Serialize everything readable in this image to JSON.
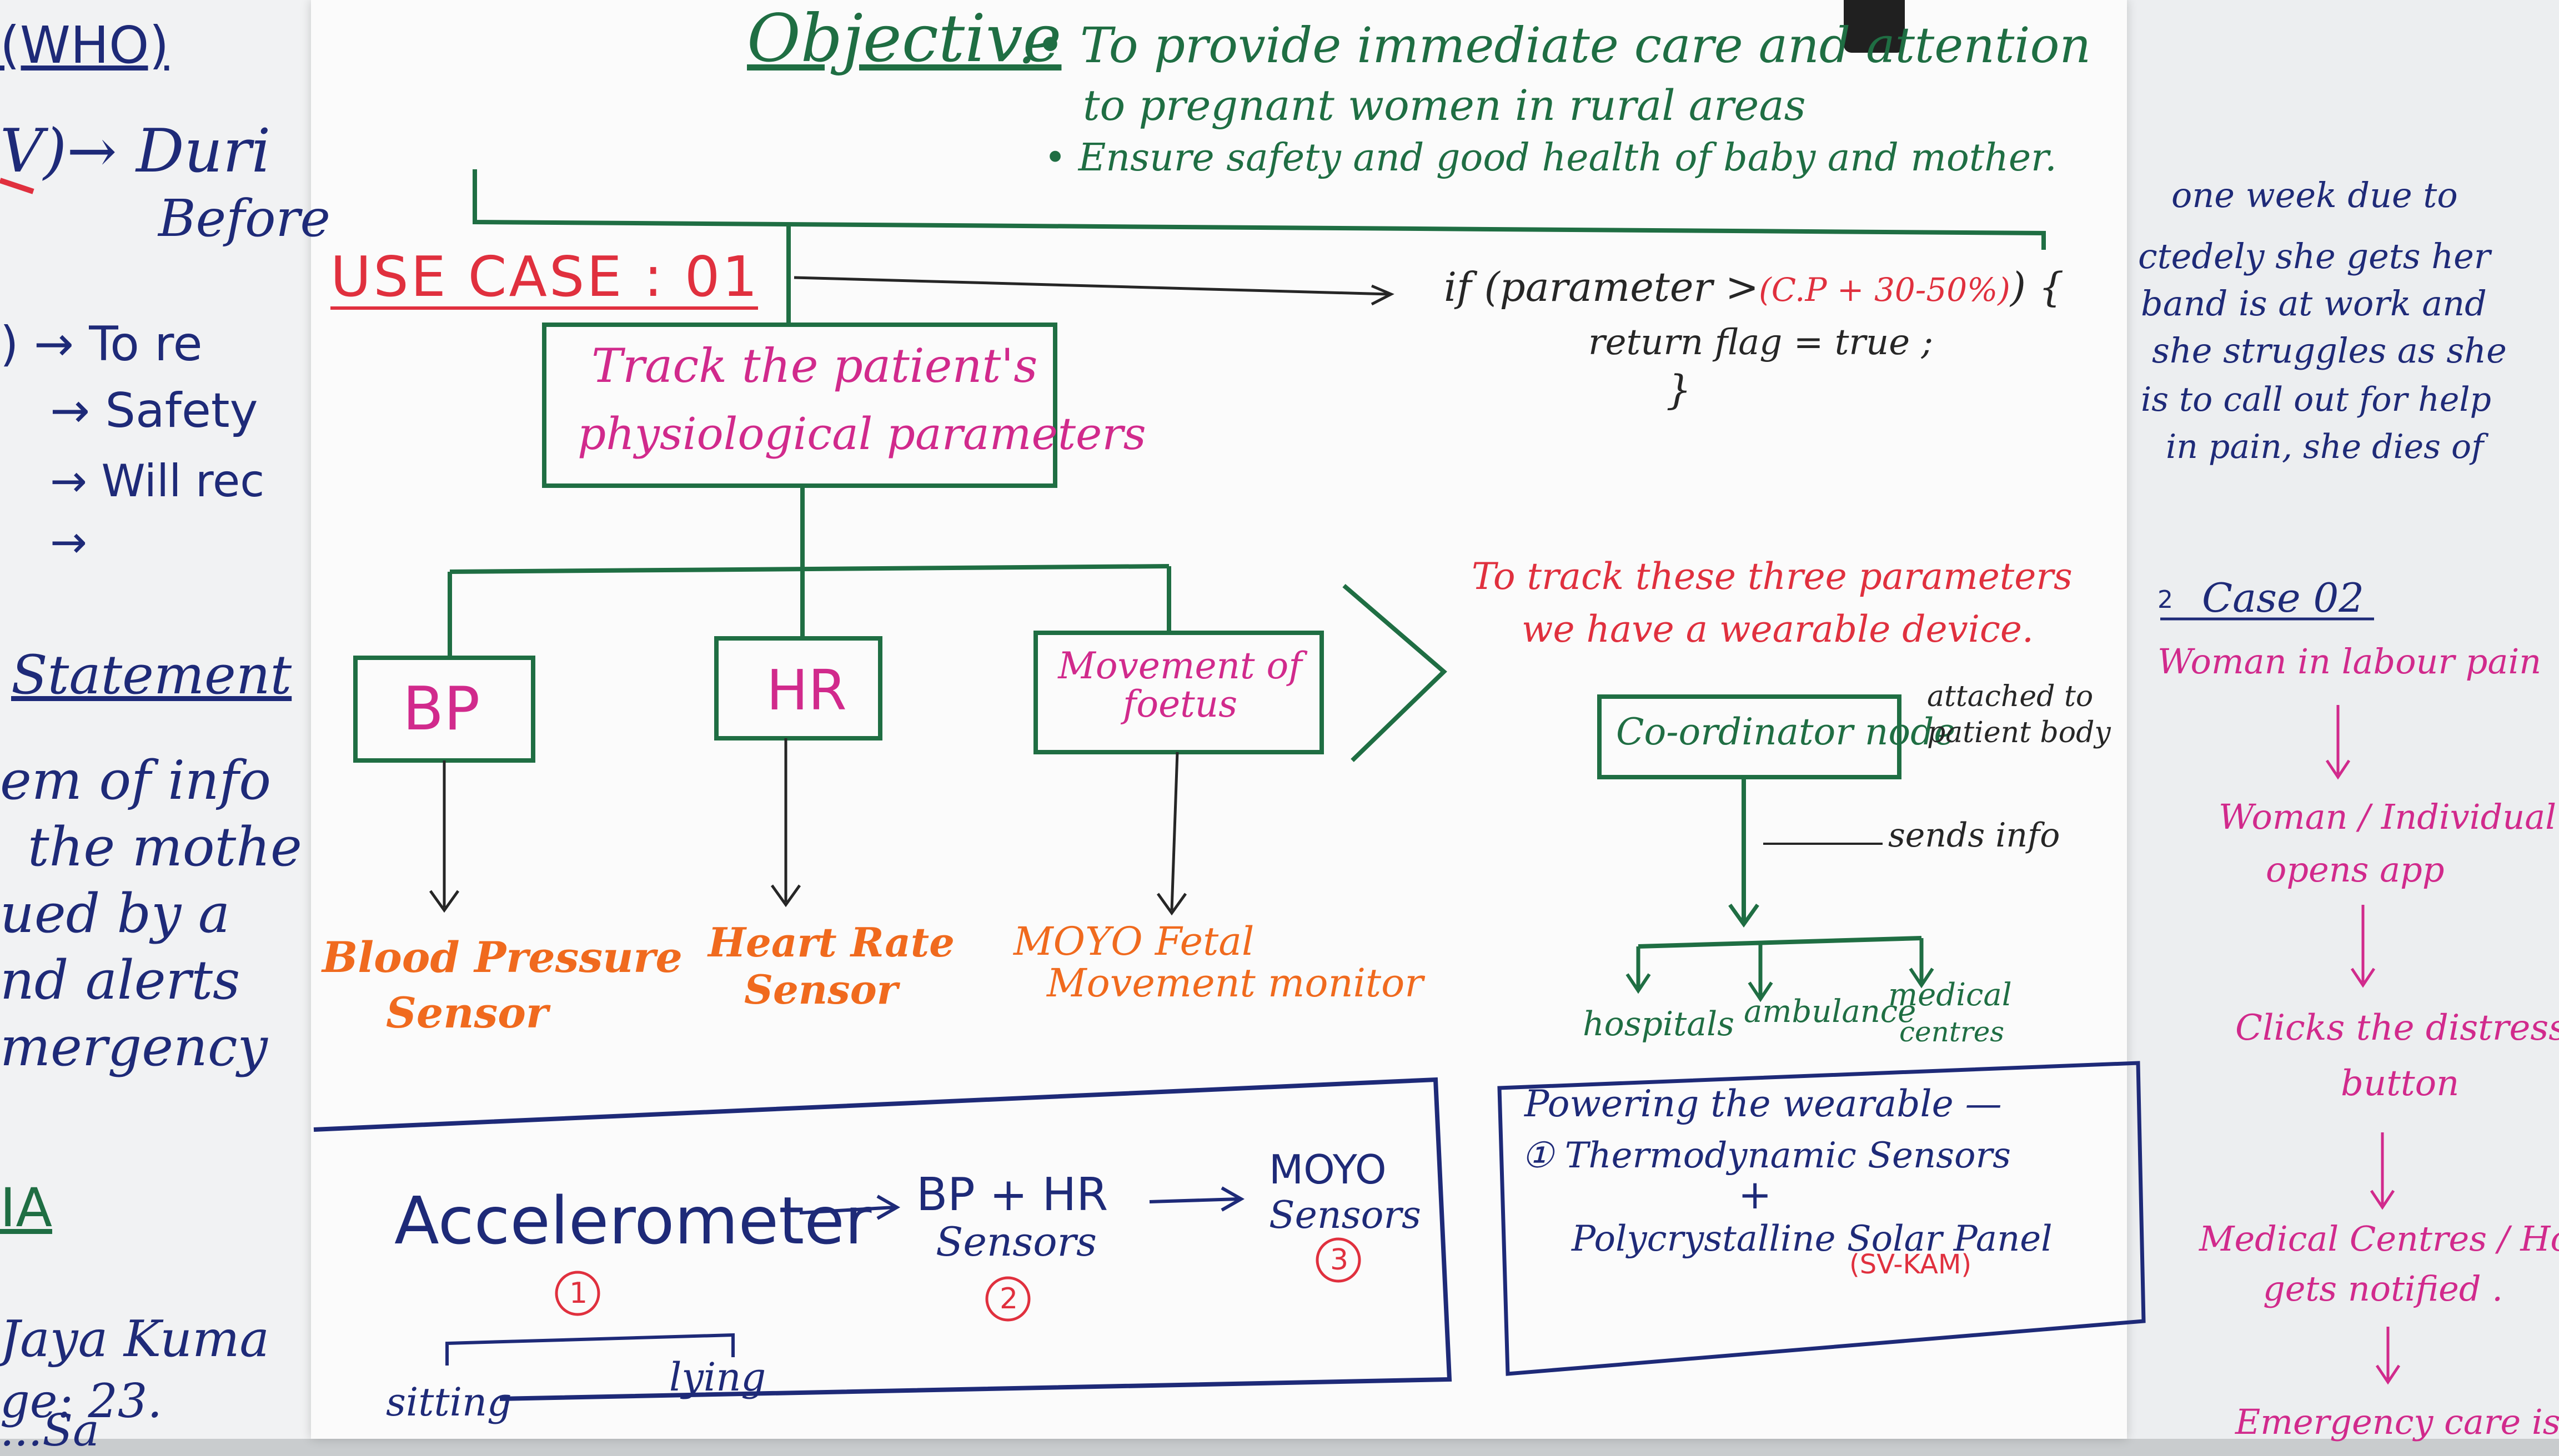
{
  "colors": {
    "green_ink": "#1f6e43",
    "navy_ink": "#1e2a78",
    "magenta_ink": "#d12a8c",
    "red_ink": "#e0303e",
    "orange_ink": "#f06a1e",
    "black_ink": "#262626",
    "paper": "#fbfbfb"
  },
  "icons": [
    "binder-clip-icon",
    "arrow-icon"
  ],
  "left_sheet": {
    "who": "(WHO)",
    "line_during": "V)→ Duri",
    "line_before": "Before",
    "list": [
      ") → To re",
      "→ Safety",
      "→ Will rec",
      "→"
    ],
    "statement_heading": "Statement",
    "statement_lines": [
      "em of info",
      "the mothe",
      "ued by a",
      "nd alerts",
      "mergency"
    ],
    "ia": "IA",
    "name_line": "Jaya Kuma",
    "age_line": "ge: 23.",
    "last_line": "...Sa"
  },
  "center_sheet": {
    "objective_label": "Objective",
    "objective_colon": ":",
    "objective_points": [
      "• To provide immediate care and attention",
      "to pregnant women in rural areas",
      "• Ensure safety and good health of baby and mother."
    ],
    "use_case_label": "USE CASE : 01",
    "code_lines": [
      "if (parameter >",
      "(C.P + 30-50%)",
      ") {",
      "return flag = true ;",
      "}"
    ],
    "track_box": [
      "Track the patient's",
      "physiological parameters"
    ],
    "params": [
      {
        "box": "BP",
        "sensor": [
          "Blood Pressure",
          "Sensor"
        ]
      },
      {
        "box": "HR",
        "sensor": [
          "Heart Rate",
          "Sensor"
        ]
      },
      {
        "box": "Movement of foetus",
        "sensor": [
          "MOYO Fetal",
          "Movement monitor"
        ]
      }
    ],
    "wearable_note": [
      "To track these three parameters",
      "we have a wearable device."
    ],
    "coordinator_node": "Co-ordinator node",
    "attached_note": [
      "attached to",
      "patient body"
    ],
    "sends_info": "sends info",
    "destinations": [
      "hospitals",
      "ambulance",
      "medical",
      "centres"
    ],
    "sequence_box": {
      "accelerometer": "Accelerometer",
      "n1": "1",
      "bp_hr": [
        "BP + HR",
        "Sensors"
      ],
      "n2": "2",
      "moyo": [
        "MOYO",
        "Sensors"
      ],
      "n3": "3",
      "positions": [
        "sitting",
        "lying"
      ]
    },
    "powering_box": {
      "title": "Powering the wearable —",
      "item1": "① Thermodynamic Sensors",
      "plus": "+",
      "item2": "Polycrystalline Solar Panel",
      "item2_note": "(SV-KAM)"
    }
  },
  "right_sheet": {
    "story_lines": [
      "one week due to",
      "ctedely she gets her",
      "band is at work and",
      "she struggles as she",
      "is to call out for help",
      "in pain, she dies of"
    ],
    "case_label": "Case 02",
    "case_number_prefix": "2",
    "flow": [
      "Woman in labour pain",
      "Woman / Individual",
      "opens app",
      "Clicks the distress",
      "button",
      "Medical Centres / Hospit",
      "gets notified .",
      "Emergency care is"
    ]
  }
}
